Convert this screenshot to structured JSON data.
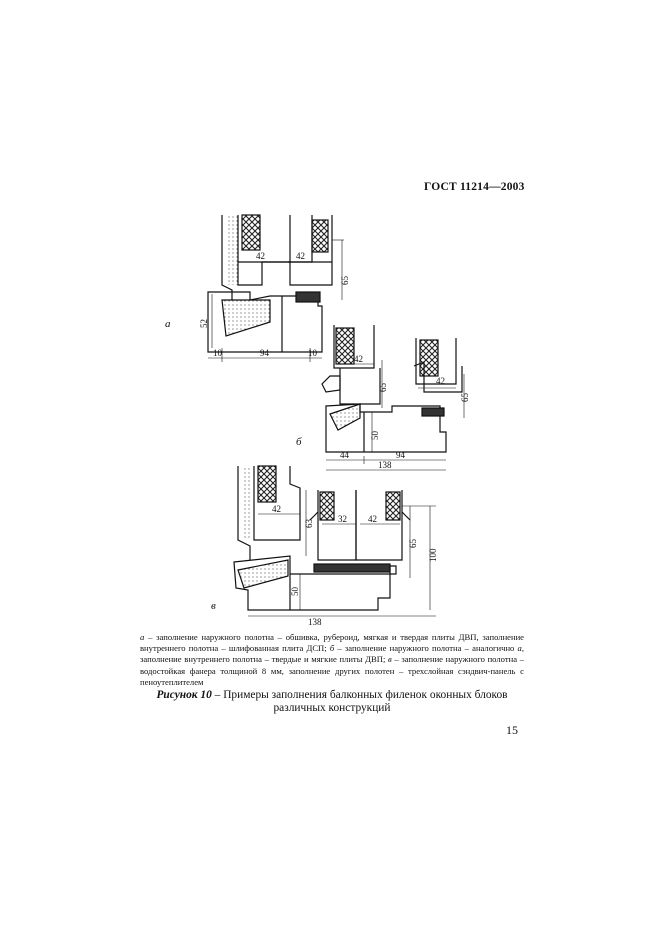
{
  "header": {
    "standard": "ГОСТ 11214—2003"
  },
  "figure": {
    "variant_labels": {
      "a": "а",
      "b": "б",
      "v": "в"
    },
    "dims_a": {
      "w1": "42",
      "w2": "42",
      "h65": "65",
      "h52": "52",
      "b10l": "10",
      "b94": "94",
      "b10r": "10"
    },
    "dims_b": {
      "w1": "42",
      "w2": "42",
      "h65a": "65",
      "h65b": "65",
      "h50": "50",
      "b44": "44",
      "b94": "94",
      "b138": "138"
    },
    "dims_v": {
      "w1": "42",
      "w2": "32",
      "w3": "42",
      "h63": "63",
      "h65": "65",
      "h100": "100",
      "h50": "50",
      "b138": "138"
    }
  },
  "caption": {
    "notes_a_label": "а",
    "notes_a": " – заполнение наружного полотна – обшивка, рубероид, мягкая и твердая плиты ДВП, заполнение внутреннего полотна – шлифованная плита ДСП; ",
    "notes_b_label": "б",
    "notes_b_1": " – заполнение наружного полотна – аналогично ",
    "notes_b_ref": "а",
    "notes_b_2": ", заполнение внутреннего полотна – твердые и мягкие плиты ДВП; ",
    "notes_v_label": "в",
    "notes_v": " – заполнение наружного полотна – водостойкая фанера толщиной 8 мм, заполнение других полотен – трехслойная сэндвич-панель с пеноутеплителем",
    "figure_label": "Рисунок 10",
    "figure_title": " – Примеры заполнения балконных филенок оконных блоков различных конструкций"
  },
  "page_number": "15"
}
